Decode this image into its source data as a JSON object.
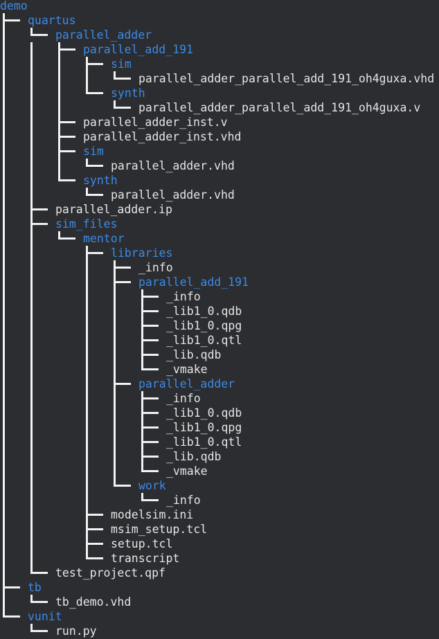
{
  "root": {
    "name": "demo",
    "type": "dir"
  },
  "colors": {
    "background": "#2b2d31",
    "directory": "#3d8ae6",
    "file": "#e6e6e6",
    "lines": "#f2f2f2"
  },
  "entries": [
    {
      "name": "quartus",
      "type": "dir",
      "depth": 1,
      "last": false,
      "guides": []
    },
    {
      "name": "parallel_adder",
      "type": "dir",
      "depth": 2,
      "last": true,
      "guides": [
        1
      ]
    },
    {
      "name": "parallel_add_191",
      "type": "dir",
      "depth": 3,
      "last": false,
      "guides": [
        1,
        1
      ]
    },
    {
      "name": "sim",
      "type": "dir",
      "depth": 4,
      "last": false,
      "guides": [
        1,
        1,
        1
      ]
    },
    {
      "name": "parallel_adder_parallel_add_191_oh4guxa.vhd",
      "type": "file",
      "depth": 5,
      "last": true,
      "guides": [
        1,
        1,
        1,
        1
      ]
    },
    {
      "name": "synth",
      "type": "dir",
      "depth": 4,
      "last": true,
      "guides": [
        1,
        1,
        1
      ]
    },
    {
      "name": "parallel_adder_parallel_add_191_oh4guxa.v",
      "type": "file",
      "depth": 5,
      "last": true,
      "guides": [
        1,
        1,
        1,
        0
      ]
    },
    {
      "name": "parallel_adder_inst.v",
      "type": "file",
      "depth": 3,
      "last": false,
      "guides": [
        1,
        1
      ]
    },
    {
      "name": "parallel_adder_inst.vhd",
      "type": "file",
      "depth": 3,
      "last": false,
      "guides": [
        1,
        1
      ]
    },
    {
      "name": "sim",
      "type": "dir",
      "depth": 3,
      "last": false,
      "guides": [
        1,
        1
      ]
    },
    {
      "name": "parallel_adder.vhd",
      "type": "file",
      "depth": 4,
      "last": true,
      "guides": [
        1,
        1,
        1
      ]
    },
    {
      "name": "synth",
      "type": "dir",
      "depth": 3,
      "last": true,
      "guides": [
        1,
        1
      ]
    },
    {
      "name": "parallel_adder.vhd",
      "type": "file",
      "depth": 4,
      "last": true,
      "guides": [
        1,
        1,
        0
      ]
    },
    {
      "name": "parallel_adder.ip",
      "type": "file",
      "depth": 2,
      "last": false,
      "guides": [
        1
      ]
    },
    {
      "name": "sim_files",
      "type": "dir",
      "depth": 2,
      "last": false,
      "guides": [
        1
      ]
    },
    {
      "name": "mentor",
      "type": "dir",
      "depth": 3,
      "last": true,
      "guides": [
        1,
        1
      ]
    },
    {
      "name": "libraries",
      "type": "dir",
      "depth": 4,
      "last": false,
      "guides": [
        1,
        1,
        0
      ]
    },
    {
      "name": "_info",
      "type": "file",
      "depth": 5,
      "last": false,
      "guides": [
        1,
        1,
        0,
        1
      ]
    },
    {
      "name": "parallel_add_191",
      "type": "dir",
      "depth": 5,
      "last": false,
      "guides": [
        1,
        1,
        0,
        1
      ]
    },
    {
      "name": "_info",
      "type": "file",
      "depth": 6,
      "last": false,
      "guides": [
        1,
        1,
        0,
        1,
        1
      ]
    },
    {
      "name": "_lib1_0.qdb",
      "type": "file",
      "depth": 6,
      "last": false,
      "guides": [
        1,
        1,
        0,
        1,
        1
      ]
    },
    {
      "name": "_lib1_0.qpg",
      "type": "file",
      "depth": 6,
      "last": false,
      "guides": [
        1,
        1,
        0,
        1,
        1
      ]
    },
    {
      "name": "_lib1_0.qtl",
      "type": "file",
      "depth": 6,
      "last": false,
      "guides": [
        1,
        1,
        0,
        1,
        1
      ]
    },
    {
      "name": "_lib.qdb",
      "type": "file",
      "depth": 6,
      "last": false,
      "guides": [
        1,
        1,
        0,
        1,
        1
      ]
    },
    {
      "name": "_vmake",
      "type": "file",
      "depth": 6,
      "last": true,
      "guides": [
        1,
        1,
        0,
        1,
        1
      ]
    },
    {
      "name": "parallel_adder",
      "type": "dir",
      "depth": 5,
      "last": false,
      "guides": [
        1,
        1,
        0,
        1
      ]
    },
    {
      "name": "_info",
      "type": "file",
      "depth": 6,
      "last": false,
      "guides": [
        1,
        1,
        0,
        1,
        1
      ]
    },
    {
      "name": "_lib1_0.qdb",
      "type": "file",
      "depth": 6,
      "last": false,
      "guides": [
        1,
        1,
        0,
        1,
        1
      ]
    },
    {
      "name": "_lib1_0.qpg",
      "type": "file",
      "depth": 6,
      "last": false,
      "guides": [
        1,
        1,
        0,
        1,
        1
      ]
    },
    {
      "name": "_lib1_0.qtl",
      "type": "file",
      "depth": 6,
      "last": false,
      "guides": [
        1,
        1,
        0,
        1,
        1
      ]
    },
    {
      "name": "_lib.qdb",
      "type": "file",
      "depth": 6,
      "last": false,
      "guides": [
        1,
        1,
        0,
        1,
        1
      ]
    },
    {
      "name": "_vmake",
      "type": "file",
      "depth": 6,
      "last": true,
      "guides": [
        1,
        1,
        0,
        1,
        1
      ]
    },
    {
      "name": "work",
      "type": "dir",
      "depth": 5,
      "last": true,
      "guides": [
        1,
        1,
        0,
        1
      ]
    },
    {
      "name": "_info",
      "type": "file",
      "depth": 6,
      "last": true,
      "guides": [
        1,
        1,
        0,
        1,
        0
      ]
    },
    {
      "name": "modelsim.ini",
      "type": "file",
      "depth": 4,
      "last": false,
      "guides": [
        1,
        1,
        0
      ]
    },
    {
      "name": "msim_setup.tcl",
      "type": "file",
      "depth": 4,
      "last": false,
      "guides": [
        1,
        1,
        0
      ]
    },
    {
      "name": "setup.tcl",
      "type": "file",
      "depth": 4,
      "last": false,
      "guides": [
        1,
        1,
        0
      ]
    },
    {
      "name": "transcript",
      "type": "file",
      "depth": 4,
      "last": true,
      "guides": [
        1,
        1,
        0
      ]
    },
    {
      "name": "test_project.qpf",
      "type": "file",
      "depth": 2,
      "last": true,
      "guides": [
        1
      ]
    },
    {
      "name": "tb",
      "type": "dir",
      "depth": 1,
      "last": false,
      "guides": []
    },
    {
      "name": "tb_demo.vhd",
      "type": "file",
      "depth": 2,
      "last": true,
      "guides": [
        1
      ]
    },
    {
      "name": "vunit",
      "type": "dir",
      "depth": 1,
      "last": true,
      "guides": []
    },
    {
      "name": "run.py",
      "type": "file",
      "depth": 2,
      "last": true,
      "guides": [
        0
      ]
    }
  ]
}
